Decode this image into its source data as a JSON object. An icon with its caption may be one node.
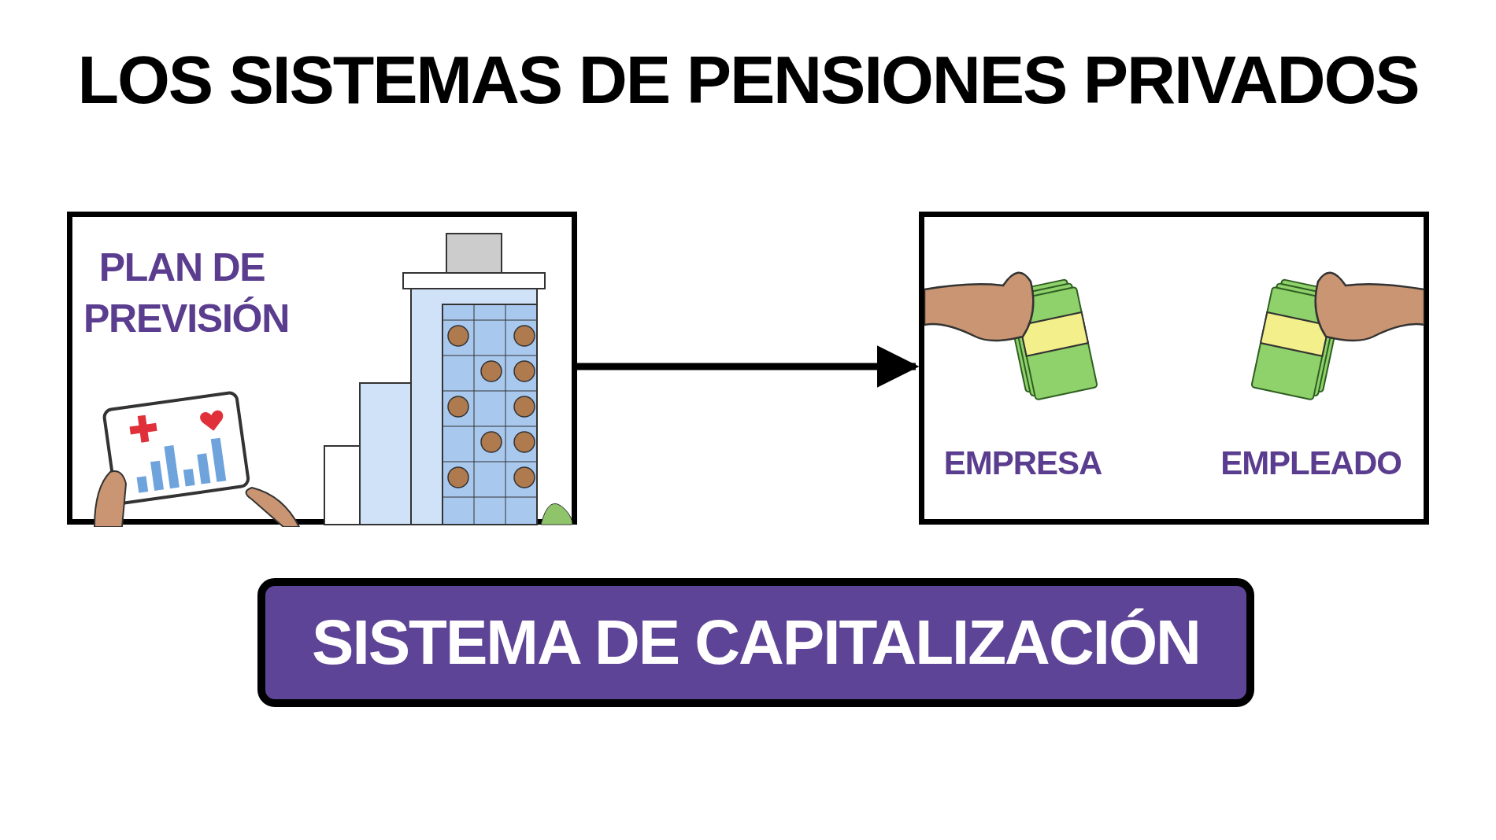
{
  "diagram": {
    "title": "LOS SISTEMAS DE PENSIONES PRIVADOS",
    "nodes": [
      {
        "text": [
          "PLAN DE PREVISIÓN"
        ]
      },
      {
        "text": [
          "EMPRESA",
          "EMPLEADO"
        ]
      },
      {
        "text": [
          "SISTEMA DE CAPITALIZACIÓN"
        ]
      }
    ],
    "edges": [
      {
        "from": 0,
        "to": 1,
        "arrow": "to"
      }
    ]
  }
}
